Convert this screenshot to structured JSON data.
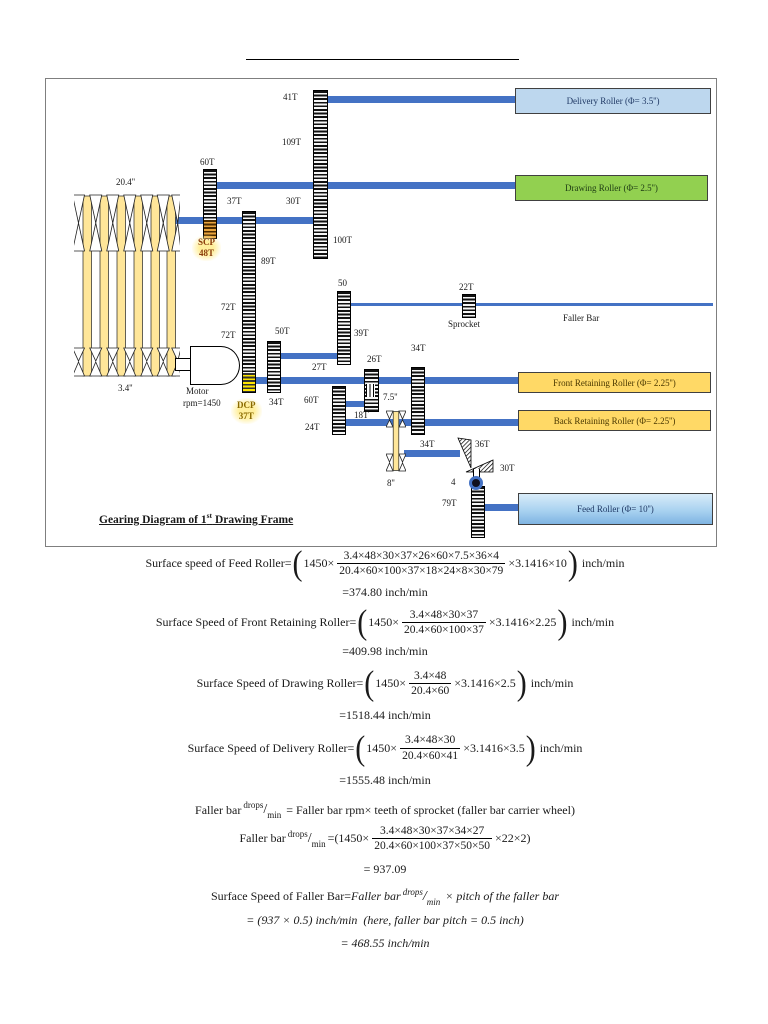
{
  "diagram": {
    "title": {
      "t1": "Gearing Diagram of 1",
      "sup": "st",
      "t2": " Drawing Frame"
    },
    "motor": {
      "line1": "Motor",
      "line2": "rpm=1450"
    },
    "scp": {
      "line1": "SCP",
      "line2": "48T"
    },
    "dcp": {
      "line1": "DCP",
      "line2": "37T"
    },
    "labels": [
      "41T",
      "109T",
      "60T",
      "20.4''",
      "37T",
      "30T",
      "100T",
      "89T",
      "50",
      "22T",
      "72T",
      "Sprocket",
      "Faller Bar",
      "50T",
      "39T",
      "72T",
      "34T",
      "26T",
      "27T",
      "3.4''",
      "60T",
      "7.5''",
      "34T",
      "18T",
      "24T",
      "34T",
      "36T",
      "30T",
      "4",
      "8''",
      "79T"
    ],
    "boxes": {
      "delivery": {
        "label": "Delivery Roller (Φ= 3.5'')",
        "bg": "#BDD7EE",
        "text_color": "#1F3864"
      },
      "drawing": {
        "label": "Drawing Roller (Φ= 2.5'')",
        "bg": "#92D050",
        "text_color": "#1c3a13"
      },
      "front": {
        "label": "Front Retaining Roller (Φ= 2.25'')",
        "bg": "#FFD966",
        "text_color": "#4a3800"
      },
      "back": {
        "label": "Back Retaining Roller (Φ= 2.25'')",
        "bg": "#FFD966",
        "text_color": "#4a3800"
      },
      "feed": {
        "label": "Feed Roller (Φ= 10'')",
        "bg_top": "#D9ECF9",
        "bg_bottom": "#7FB4E2",
        "text_color": "#1F3864"
      }
    },
    "shaft_color": "#4472C4"
  },
  "notation": {
    "open": "(",
    "close": ")",
    "slash": "/"
  },
  "formulas": {
    "feed": {
      "label": "Surface speed of Feed Roller=",
      "lead": "1450×",
      "num": "3.4×48×30×37×26×60×7.5×36×4",
      "den": "20.4×60×100×37×18×24×8×30×79",
      "tail": "×3.1416×10",
      "unit": " inch/min",
      "result": "=374.80 inch/min"
    },
    "front": {
      "label": "Surface Speed of Front Retaining Roller=",
      "lead": "1450×",
      "num": "3.4×48×30×37",
      "den": "20.4×60×100×37",
      "tail": "×3.1416×2.25",
      "unit": " inch/min",
      "result": "=409.98 inch/min"
    },
    "drawing": {
      "label": "Surface Speed of Drawing Roller=",
      "lead": "1450×",
      "num": "3.4×48",
      "den": "20.4×60",
      "tail": "×3.1416×2.5",
      "unit": " inch/min",
      "result": "=1518.44 inch/min"
    },
    "delivery": {
      "label": "Surface Speed of Delivery Roller=",
      "lead": "1450×",
      "num": "3.4×48×30",
      "den": "20.4×60×41",
      "tail": "×3.1416×3.5",
      "unit": " inch/min",
      "result": "=1555.48 inch/min"
    },
    "faller_def": {
      "pre": "Faller bar",
      "sup": "drops",
      "sub": "min",
      "rest": " = Faller bar rpm× teeth of sprocket (faller bar carrier wheel)"
    },
    "faller_calc": {
      "pre": "Faller bar",
      "sup": "drops",
      "sub": "min",
      "lead": "=(1450×",
      "num": "3.4×48×30×37×34×27",
      "den": "20.4×60×100×37×50×50",
      "tail": "×22×2)",
      "result": "= 937.09"
    },
    "faller_surface": {
      "pre": "Surface Speed of Faller Bar=",
      "it1": "Faller bar",
      "sup": "drops",
      "sub": "min",
      "it2": " × pitch of the faller bar",
      "line2": "= (937 × 0.5) inch/min  (here, faller bar pitch = 0.5 inch)",
      "line3": "= 468.55 inch/min"
    }
  }
}
